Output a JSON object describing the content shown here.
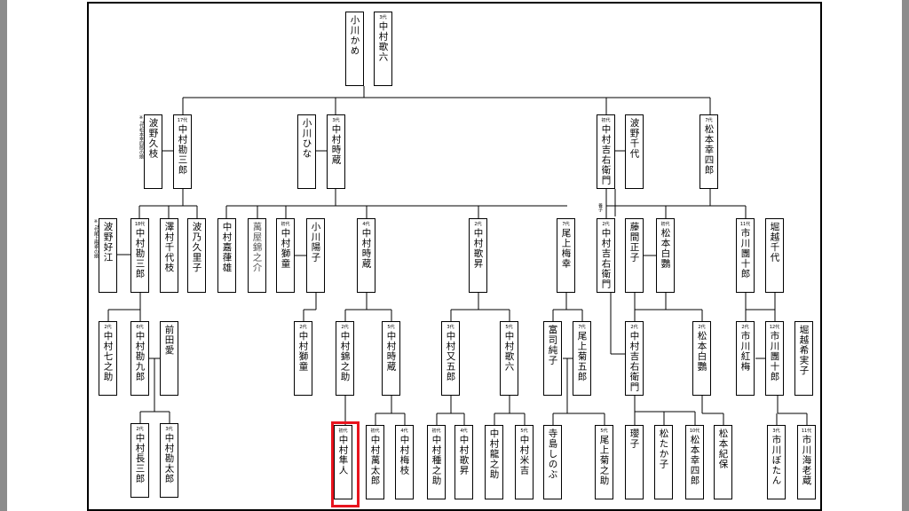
{
  "family_tree": {
    "row1": [
      {
        "id": "kame",
        "name": "小川かめ",
        "gen": ""
      },
      {
        "id": "utaemon6",
        "name": "中村歌六",
        "gen": "3代"
      }
    ],
    "row2": [
      {
        "id": "hisae",
        "name": "波野久枝",
        "gen": ""
      },
      {
        "id": "kanzaburo17",
        "name": "中村勘三郎",
        "gen": "17代"
      },
      {
        "id": "hina",
        "name": "小川ひな",
        "gen": ""
      },
      {
        "id": "tokizo3",
        "name": "中村時蔵",
        "gen": "3代"
      },
      {
        "id": "kichiemon1",
        "name": "中村吉右衛門",
        "gen": "初代"
      },
      {
        "id": "chiyo",
        "name": "波野千代",
        "gen": ""
      },
      {
        "id": "koshiro7",
        "name": "松本幸四郎",
        "gen": "7代"
      }
    ],
    "row3": [
      {
        "id": "yoshie",
        "name": "波野好江",
        "gen": ""
      },
      {
        "id": "kanzaburo18",
        "name": "中村勘三郎",
        "gen": "18代"
      },
      {
        "id": "chiyoe",
        "name": "澤村千代枝",
        "gen": ""
      },
      {
        "id": "kurikoko",
        "name": "波乃久里子",
        "gen": ""
      },
      {
        "id": "kayu",
        "name": "中村嘉葎雄",
        "gen": ""
      },
      {
        "id": "yorozuya",
        "name": "萬屋錦之介",
        "gen": "",
        "gray": true
      },
      {
        "id": "shido_first",
        "name": "中村獅童",
        "gen": "初代"
      },
      {
        "id": "yoko",
        "name": "小川陽子",
        "gen": ""
      },
      {
        "id": "tokizo4",
        "name": "中村時蔵",
        "gen": "4代"
      },
      {
        "id": "kasho2",
        "name": "中村歌昇",
        "gen": "2代"
      },
      {
        "id": "baiko7",
        "name": "尾上梅幸",
        "gen": "7代"
      },
      {
        "id": "kichiemon2",
        "name": "中村吉右衛門",
        "gen": "2代"
      },
      {
        "id": "masako",
        "name": "藤間正子",
        "gen": ""
      },
      {
        "id": "hakuo1",
        "name": "松本白鸚",
        "gen": "初代"
      },
      {
        "id": "danjuro11",
        "name": "市川團十郎",
        "gen": "11代"
      },
      {
        "id": "chiyo2",
        "name": "堀越千代",
        "gen": ""
      }
    ],
    "row4": [
      {
        "id": "shichinosuke2",
        "name": "中村七之助",
        "gen": "2代"
      },
      {
        "id": "kankuro6",
        "name": "中村勘九郎",
        "gen": "6代"
      },
      {
        "id": "ai",
        "name": "前田愛",
        "gen": ""
      },
      {
        "id": "shido2",
        "name": "中村獅童",
        "gen": "2代"
      },
      {
        "id": "kinnosuke2",
        "name": "中村錦之助",
        "gen": "2代"
      },
      {
        "id": "tokizo5",
        "name": "中村時蔵",
        "gen": "5代"
      },
      {
        "id": "matagoro3",
        "name": "中村又五郎",
        "gen": "3代"
      },
      {
        "id": "karoku5",
        "name": "中村歌六",
        "gen": "5代"
      },
      {
        "id": "sumiko",
        "name": "富司純子",
        "gen": ""
      },
      {
        "id": "kikugoro7",
        "name": "尾上菊五郎",
        "gen": "7代"
      },
      {
        "id": "kichiemon2b",
        "name": "中村吉右衛門",
        "gen": "2代"
      },
      {
        "id": "hakuo2",
        "name": "松本白鸚",
        "gen": "2代"
      },
      {
        "id": "kobai",
        "name": "市川紅梅",
        "gen": "2代"
      },
      {
        "id": "danjuro12",
        "name": "市川團十郎",
        "gen": "12代"
      },
      {
        "id": "kimiko",
        "name": "堀越希実子",
        "gen": ""
      }
    ],
    "row5": [
      {
        "id": "chosaburo",
        "name": "中村長三郎",
        "gen": "2代"
      },
      {
        "id": "kantaro",
        "name": "中村勘太郎",
        "gen": "3代"
      },
      {
        "id": "hayato",
        "name": "中村隼人",
        "gen": "初代"
      },
      {
        "id": "mantaro",
        "name": "中村萬太郎",
        "gen": "初代"
      },
      {
        "id": "umeshi",
        "name": "中村梅枝",
        "gen": "4代"
      },
      {
        "id": "tanenosuke",
        "name": "中村種之助",
        "gen": "初代"
      },
      {
        "id": "kasho4",
        "name": "中村歌昇",
        "gen": "4代"
      },
      {
        "id": "tatsunosuke",
        "name": "中村龍之助",
        "gen": ""
      },
      {
        "id": "yonekichi",
        "name": "中村米吉",
        "gen": "5代"
      },
      {
        "id": "shinobu",
        "name": "寺島しのぶ",
        "gen": ""
      },
      {
        "id": "kikunosuke",
        "name": "尾上菊之助",
        "gen": "5代"
      },
      {
        "id": "tamako",
        "name": "瓔子",
        "gen": ""
      },
      {
        "id": "takako",
        "name": "松たか子",
        "gen": ""
      },
      {
        "id": "koshiro10",
        "name": "松本幸四郎",
        "gen": "10代"
      },
      {
        "id": "kiho",
        "name": "松本紀保",
        "gen": ""
      },
      {
        "id": "botan",
        "name": "市川ぼたん",
        "gen": "3代"
      },
      {
        "id": "ebizo",
        "name": "市川海老蔵",
        "gen": "11代"
      }
    ],
    "notes": [
      {
        "id": "note1",
        "text": "※7代松本幸四郎の娘"
      },
      {
        "id": "note2",
        "text": "※7代尾上梅幸の娘"
      },
      {
        "id": "note_adopt",
        "text": "養子"
      }
    ]
  },
  "highlight": {
    "target": "中村隼人",
    "color": "#e8141e"
  },
  "colors": {
    "line": "#000000",
    "border": "#000000",
    "side_bars": "#8c8c8c"
  }
}
